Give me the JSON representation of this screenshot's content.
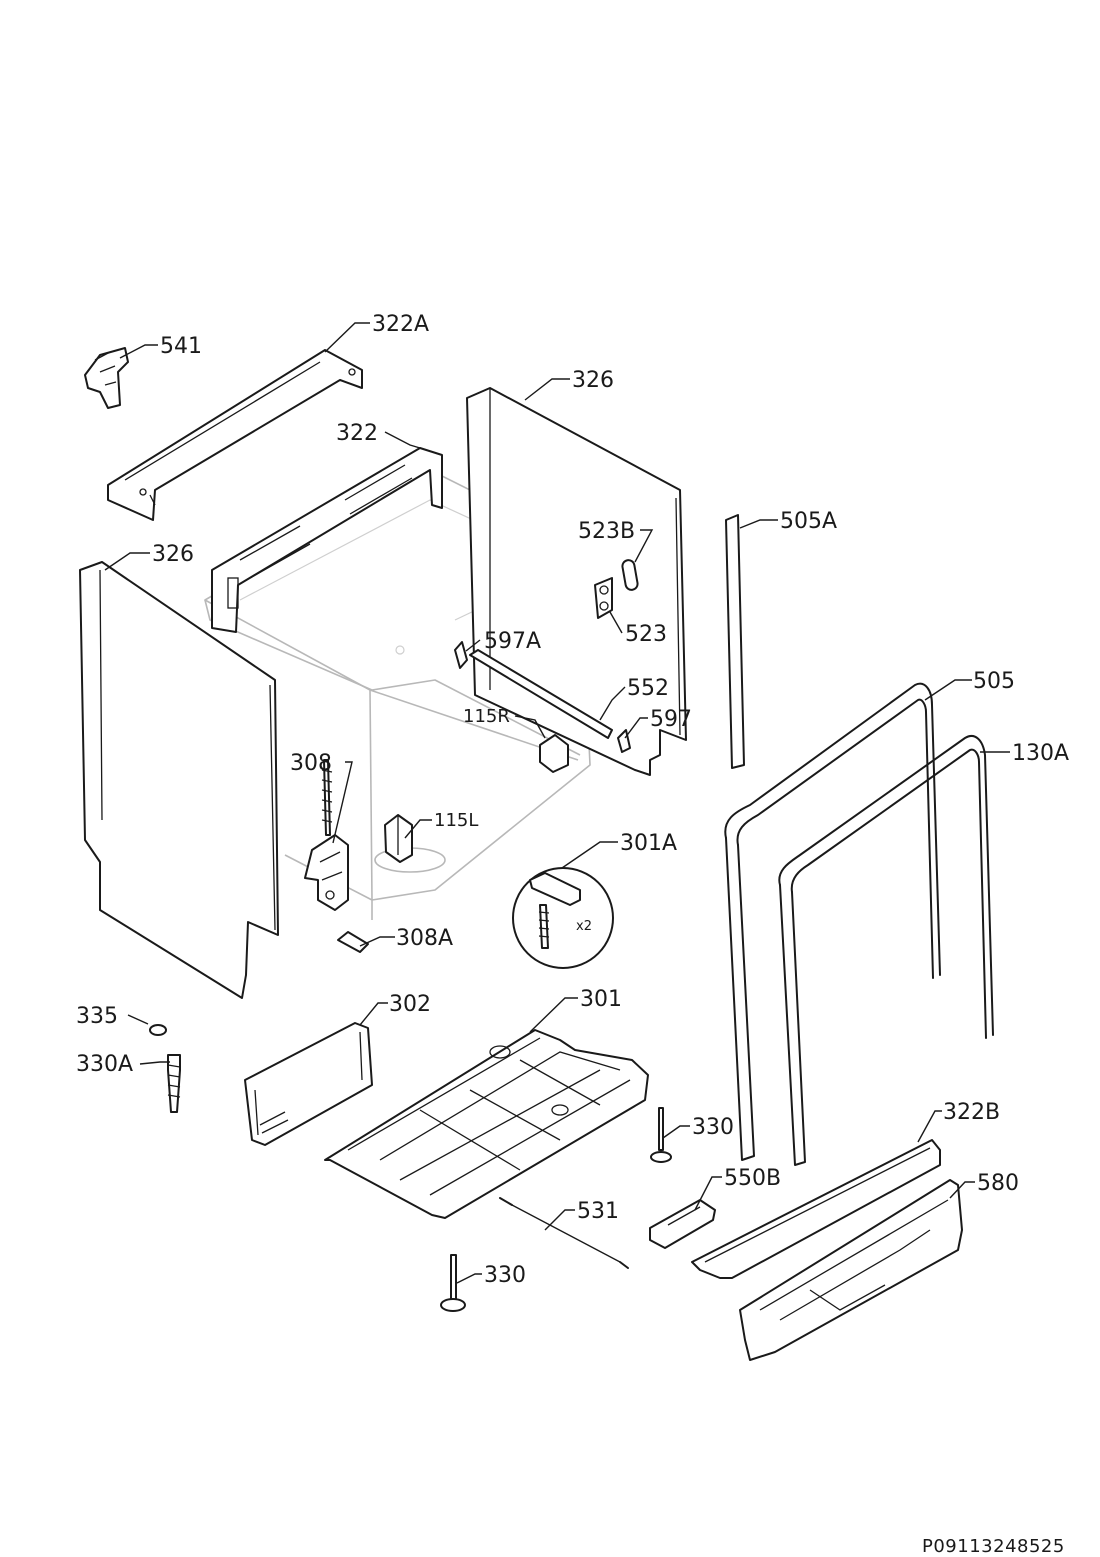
{
  "document_code": "P09113248525",
  "callouts": {
    "c541": "541",
    "c322A": "322A",
    "c326_top": "326",
    "c322": "322",
    "c326_left": "326",
    "c523B": "523B",
    "c505A": "505A",
    "c523": "523",
    "c597A": "597A",
    "c552": "552",
    "c505": "505",
    "c115R": "115R",
    "c597": "597",
    "c130A": "130A",
    "c308": "308",
    "c115L": "115L",
    "c301A": "301A",
    "c301A_qty": "x2",
    "c308A": "308A",
    "c335": "335",
    "c302": "302",
    "c301": "301",
    "c330A": "330A",
    "c330_right": "330",
    "c322B": "322B",
    "c550B": "550B",
    "c580": "580",
    "c531": "531",
    "c330_bottom": "330"
  }
}
